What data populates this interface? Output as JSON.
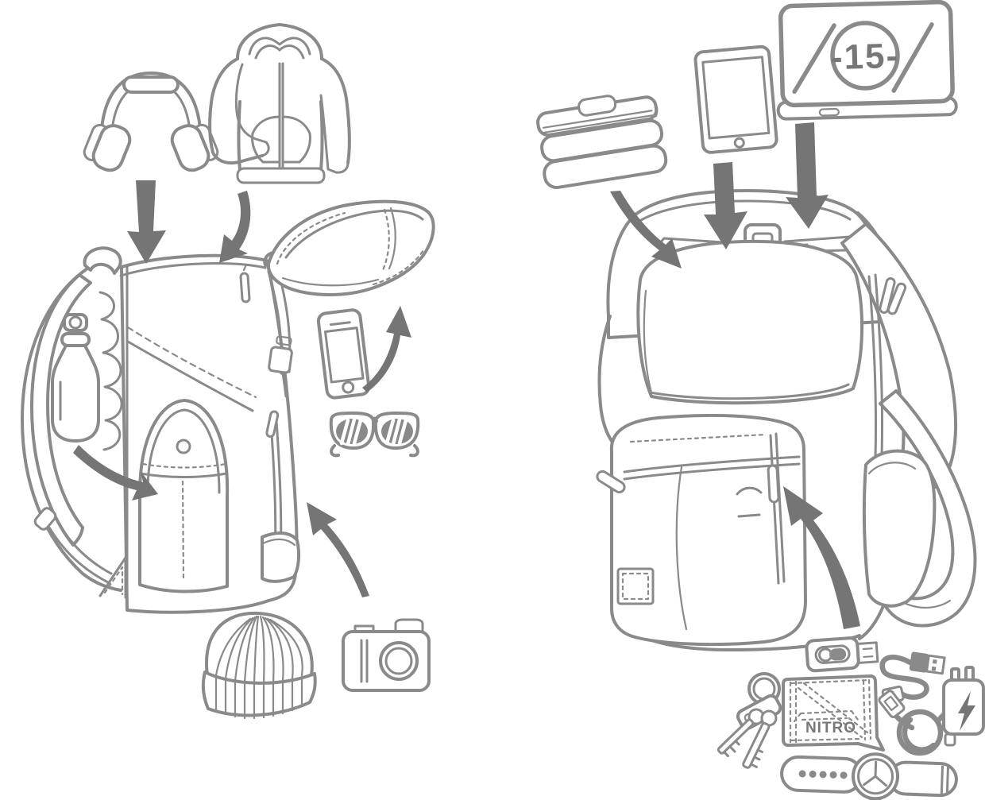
{
  "illustration": {
    "name": "backpack-packing-features-diagram",
    "colors": {
      "line": "#8a8a8a",
      "arrow": "#757575",
      "text": "#777777",
      "background": "#ffffff"
    },
    "labels": {
      "laptop_badge": "-15-",
      "wallet_brand": "NITRO"
    },
    "panels": {
      "left": {
        "backpack": "rolltop-backpack-side-view",
        "items": [
          {
            "id": "headphones-icon"
          },
          {
            "id": "hoodie-icon"
          },
          {
            "id": "water-bottle-icon"
          },
          {
            "id": "lid-flap-pocket-icon"
          },
          {
            "id": "smartphone-icon"
          },
          {
            "id": "sunglasses-icon"
          },
          {
            "id": "beanie-icon"
          },
          {
            "id": "compact-camera-icon"
          }
        ],
        "arrows": [
          {
            "id": "headphones-into-main-compartment",
            "type": "straight-down"
          },
          {
            "id": "hoodie-into-main-compartment",
            "type": "curved-down"
          },
          {
            "id": "smartphone-into-lid-pocket",
            "type": "curved-up"
          },
          {
            "id": "bottle-into-side-pocket",
            "type": "curved-down-right"
          },
          {
            "id": "camera-into-front-pocket",
            "type": "curved-up-left"
          }
        ]
      },
      "right": {
        "backpack": "laptop-daypack-front-view",
        "items": [
          {
            "id": "book-stack-icon"
          },
          {
            "id": "tablet-icon"
          },
          {
            "id": "laptop-icon",
            "badge": "-15-"
          },
          {
            "id": "usb-flash-drive-icon"
          },
          {
            "id": "usb-cable-icon"
          },
          {
            "id": "key-ring-icon"
          },
          {
            "id": "wallet-icon",
            "brand": "NITRO"
          },
          {
            "id": "coiled-charger-cable-icon"
          },
          {
            "id": "power-adapter-icon"
          },
          {
            "id": "wristwatch-icon"
          }
        ],
        "arrows": [
          {
            "id": "books-into-main-compartment",
            "type": "curved-down-right"
          },
          {
            "id": "tablet-into-main-compartment",
            "type": "straight-down"
          },
          {
            "id": "laptop-into-laptop-sleeve",
            "type": "straight-down"
          },
          {
            "id": "accessories-into-front-pocket",
            "type": "curved-up-left"
          }
        ]
      }
    }
  }
}
